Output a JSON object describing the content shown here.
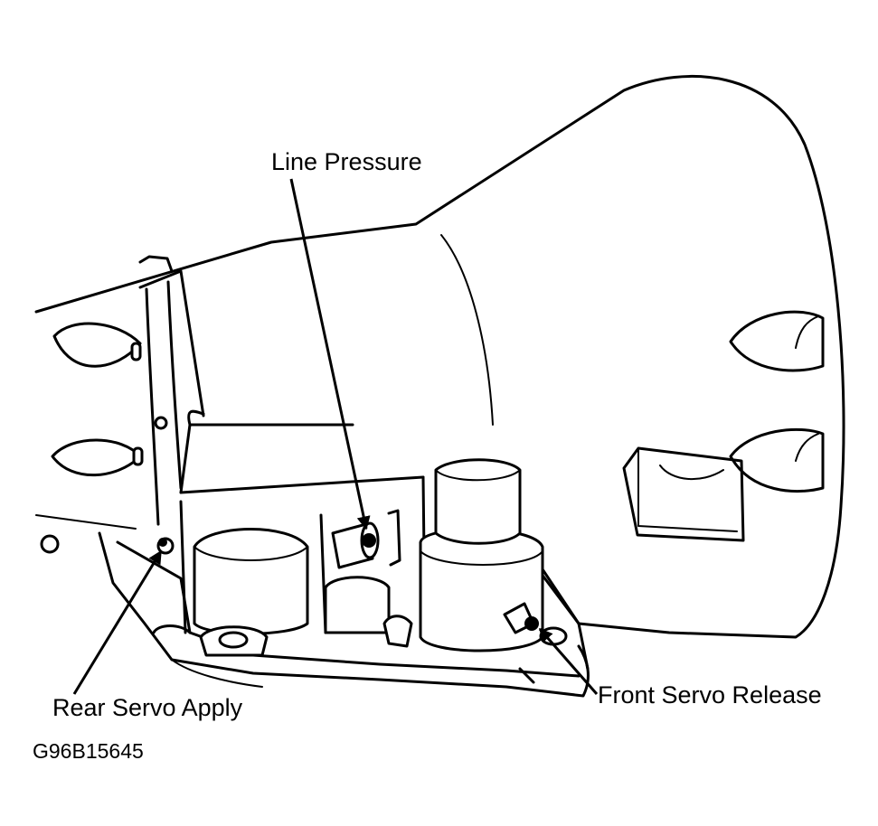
{
  "labels": {
    "line_pressure": "Line Pressure",
    "rear_servo_apply": "Rear Servo Apply",
    "front_servo_release": "Front Servo Release"
  },
  "figure_code": "G96B15645",
  "colors": {
    "ink": "#000000",
    "paper": "#ffffff"
  }
}
